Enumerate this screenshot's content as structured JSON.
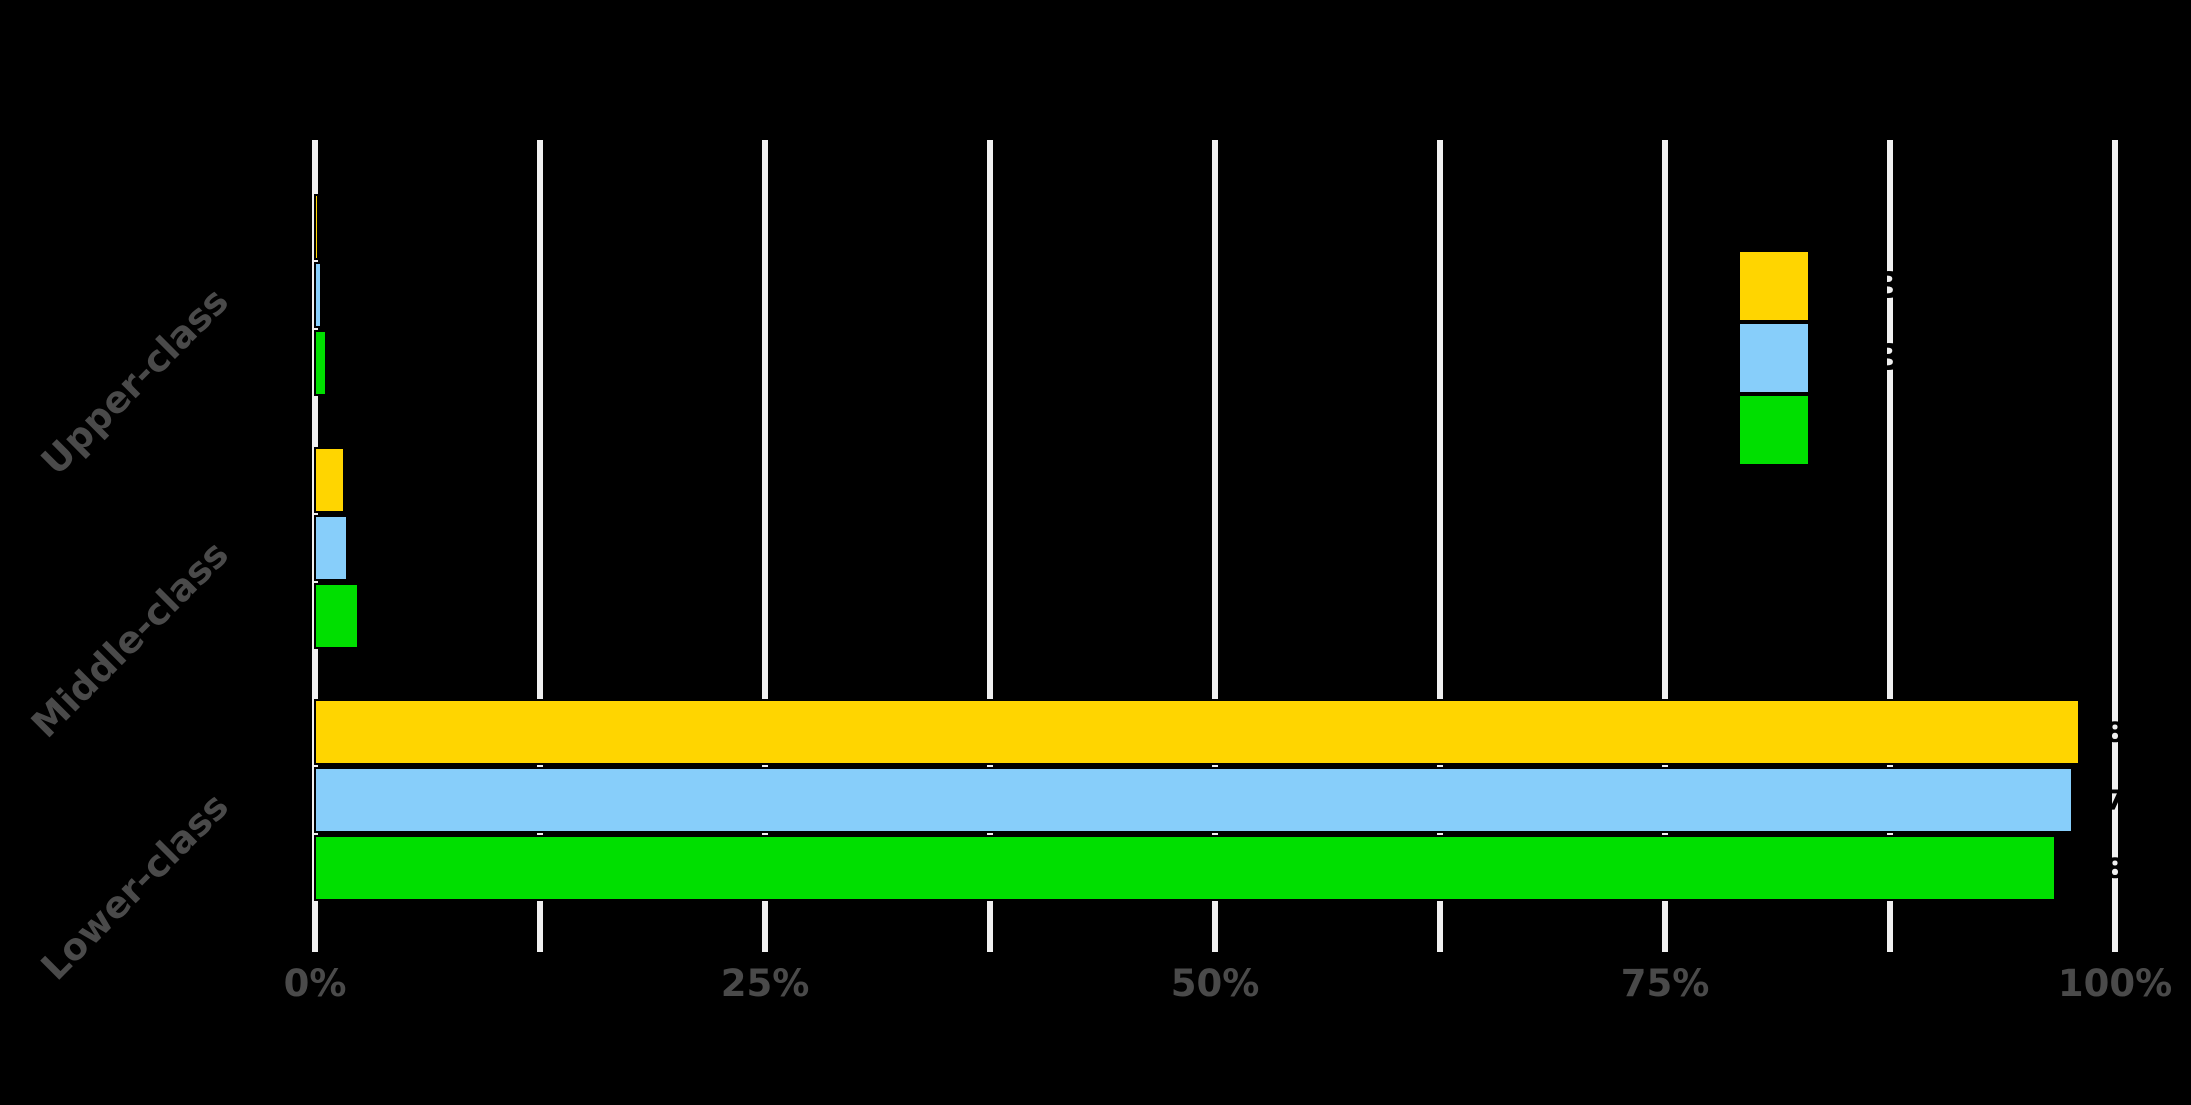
{
  "chart_data": {
    "type": "bar",
    "orientation": "horizontal",
    "title": "",
    "xlabel": "",
    "ylabel": "",
    "categories": [
      "Upper-class",
      "Middle-class",
      "Lower-class"
    ],
    "series": [
      {
        "legend_label": "",
        "color": "#FFD500",
        "values_pct": [
          0.3,
          1.7,
          98.1
        ]
      },
      {
        "legend_label": "",
        "color": "#87CEFA",
        "values_pct": [
          0.45,
          1.9,
          97.7
        ]
      },
      {
        "legend_label": "",
        "color": "#00DF00",
        "values_pct": [
          0.7,
          2.5,
          96.8
        ]
      }
    ],
    "xlim": [
      0,
      100
    ],
    "x_major_tick_labels": [
      "0%",
      "25%",
      "50%",
      "75%",
      "100%"
    ],
    "x_major_tick_values": [
      0,
      25,
      50,
      75,
      100
    ],
    "x_gridline_step_pct": 12.5,
    "grid": "vertical white gridlines every 12.5%",
    "legend_position": "upper-right",
    "legend_labels_illegible": true,
    "note": "legend labels and bar value labels are black text on black background; only glyph fragments crossing the white gridlines are visible"
  },
  "visible_text_fragments": {
    "legend_rows": [
      {
        "glyph": "3",
        "row": "yellow-legend-row"
      },
      {
        "glyph": "3",
        "row": "blue-legend-row"
      }
    ],
    "bar_value_labels": [
      {
        "glyph": "8",
        "row": "lower-class-yellow-bar"
      },
      {
        "glyph": "7",
        "row": "lower-class-blue-bar"
      },
      {
        "glyph": "8",
        "row": "lower-class-green-bar"
      }
    ]
  },
  "colors": {
    "background": "#000000",
    "gridline": "#F0F0F0",
    "axis_text": "#4A4A4A",
    "bar_border": "#000000",
    "hidden_label_text": "#000000"
  }
}
